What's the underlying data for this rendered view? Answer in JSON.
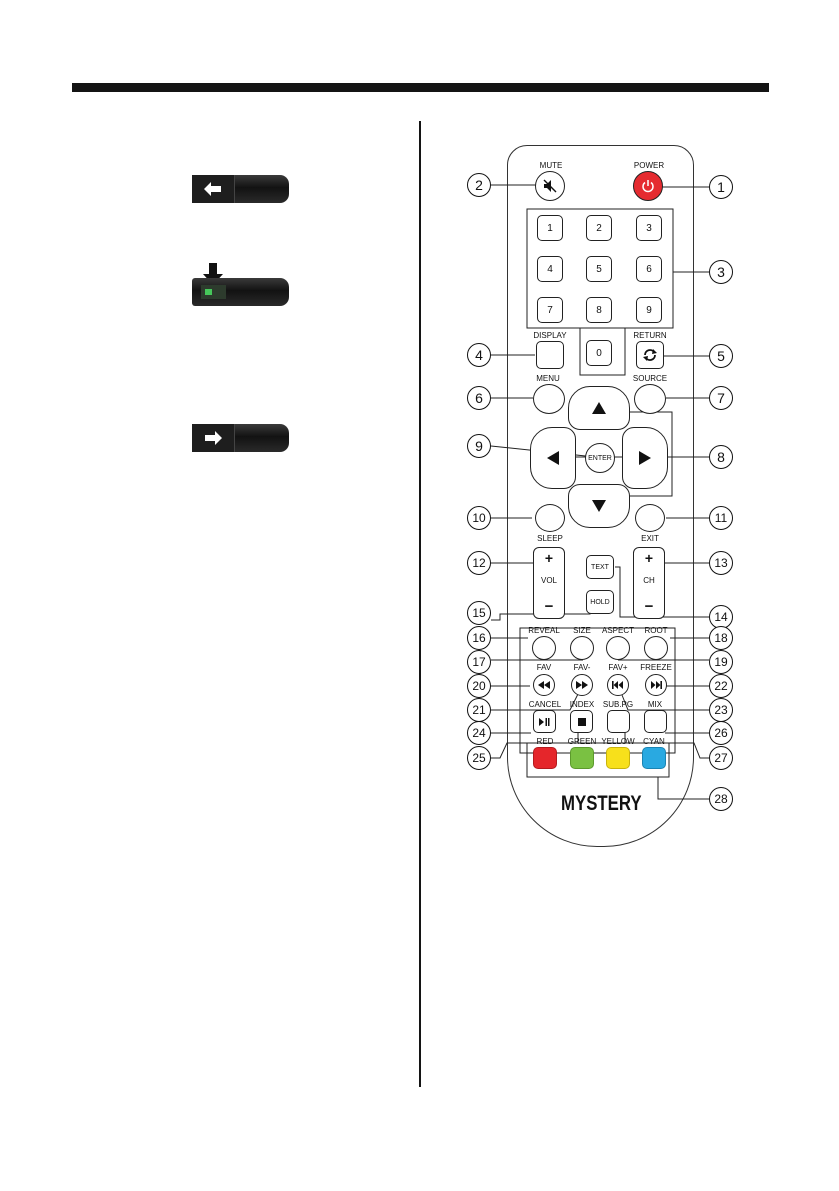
{
  "remote": {
    "brand": "MYSTERY",
    "labels": {
      "mute": "MUTE",
      "power": "POWER",
      "display": "DISPLAY",
      "return": "RETURN",
      "menu": "MENU",
      "source": "SOURCE",
      "sleep": "SLEEP",
      "exit": "EXIT",
      "vol": "VOL",
      "ch": "CH",
      "reveal": "REVEAL",
      "size": "SIZE",
      "aspect": "ASPECT",
      "root": "ROOT",
      "fav": "FAV",
      "fav_minus": "FAV-",
      "fav_plus": "FAV+",
      "freeze": "FREEZE",
      "cancel": "CANCEL",
      "index": "INDEX",
      "subpg": "SUB.PG",
      "mix": "MIX",
      "red": "RED",
      "green": "GREEN",
      "yellow": "YELLOW",
      "cyan": "CYAN"
    },
    "buttons": {
      "enter": "ENTER",
      "text": "TEXT",
      "hold": "HOLD",
      "plus": "+",
      "minus": "−",
      "digits": [
        "1",
        "2",
        "3",
        "4",
        "5",
        "6",
        "7",
        "8",
        "9",
        "0"
      ]
    },
    "callouts": [
      "1",
      "2",
      "3",
      "4",
      "5",
      "6",
      "7",
      "8",
      "9",
      "10",
      "11",
      "12",
      "13",
      "14",
      "15",
      "16",
      "17",
      "18",
      "19",
      "20",
      "21",
      "22",
      "23",
      "24",
      "25",
      "26",
      "27",
      "28"
    ],
    "colors": {
      "power": "#e52b30",
      "red": "#e5262b",
      "green": "#7ac142",
      "yellow": "#f7e01b",
      "cyan": "#29a9e1"
    }
  }
}
